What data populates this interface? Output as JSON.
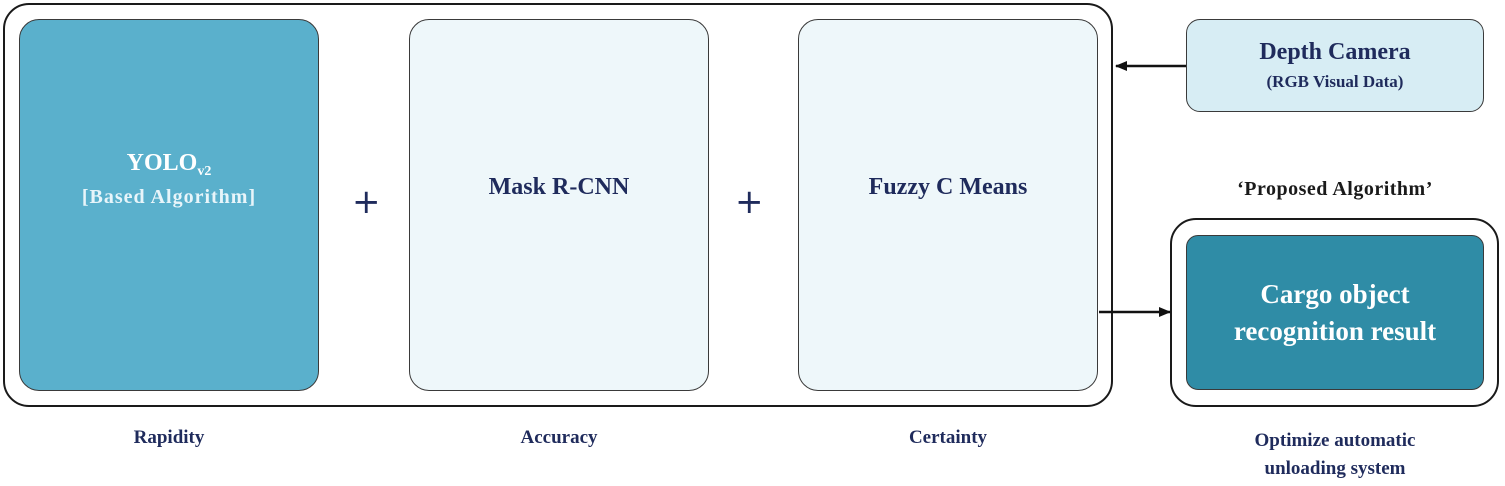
{
  "diagram": {
    "yolo": {
      "title": "YOLO",
      "subscript": "v2",
      "subtitle": "[Based Algorithm]"
    },
    "plus_symbol": "+",
    "mask_rcnn": {
      "title": "Mask R-CNN"
    },
    "fuzzy": {
      "title": "Fuzzy C Means"
    },
    "camera": {
      "title": "Depth Camera",
      "subtitle": "(RGB Visual Data)"
    },
    "proposed_label": "‘Proposed Algorithm’",
    "result": {
      "line1": "Cargo object",
      "line2": "recognition result"
    },
    "captions": {
      "rapidity": "Rapidity",
      "accuracy": "Accuracy",
      "certainty": "Certainty",
      "optimize_line1": "Optimize automatic",
      "optimize_line2": "unloading system"
    },
    "colors": {
      "yolo_fill": "#5ab0cc",
      "pale_fill": "#eef7fa",
      "camera_fill": "#d7edf4",
      "result_fill": "#2f8ca6",
      "text_navy": "#1f2b5c"
    }
  }
}
